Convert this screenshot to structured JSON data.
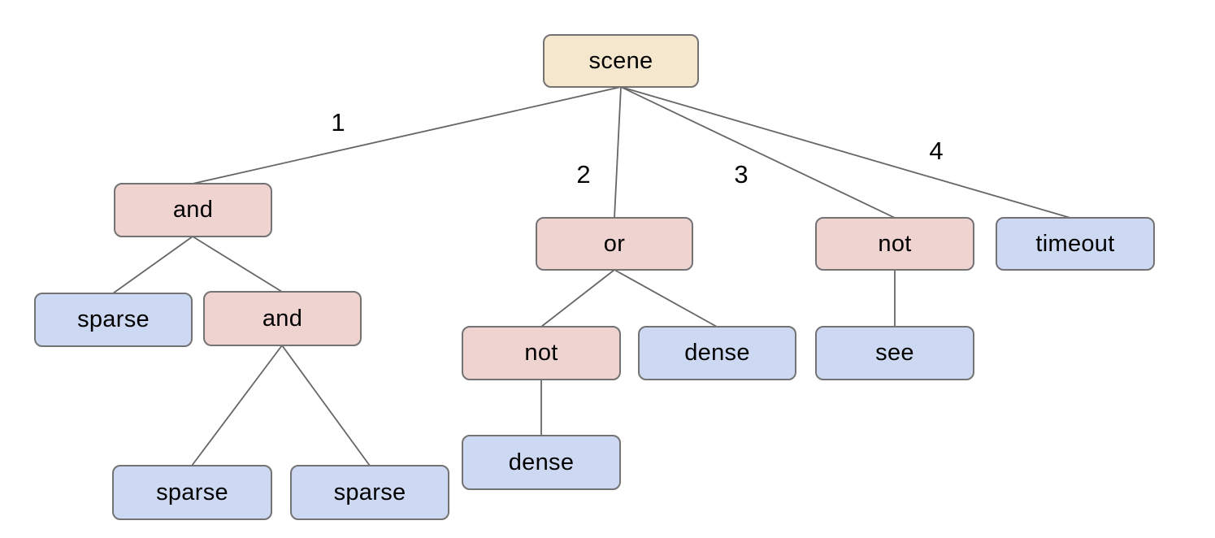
{
  "tree": {
    "root_label": "scene",
    "nodes": [
      {
        "id": "scene",
        "label": "scene",
        "kind": "root"
      },
      {
        "id": "and-1",
        "label": "and",
        "kind": "operator"
      },
      {
        "id": "or-1",
        "label": "or",
        "kind": "operator"
      },
      {
        "id": "not-1",
        "label": "not",
        "kind": "operator"
      },
      {
        "id": "timeout-1",
        "label": "timeout",
        "kind": "leaf"
      },
      {
        "id": "sparse-1",
        "label": "sparse",
        "kind": "leaf"
      },
      {
        "id": "and-2",
        "label": "and",
        "kind": "operator"
      },
      {
        "id": "not-2",
        "label": "not",
        "kind": "operator"
      },
      {
        "id": "dense-1",
        "label": "dense",
        "kind": "leaf"
      },
      {
        "id": "see-1",
        "label": "see",
        "kind": "leaf"
      },
      {
        "id": "dense-2",
        "label": "dense",
        "kind": "leaf"
      },
      {
        "id": "sparse-2",
        "label": "sparse",
        "kind": "leaf"
      },
      {
        "id": "sparse-3",
        "label": "sparse",
        "kind": "leaf"
      }
    ],
    "edges": [
      {
        "from": "scene",
        "to": "and-1",
        "label": "1"
      },
      {
        "from": "scene",
        "to": "or-1",
        "label": "2"
      },
      {
        "from": "scene",
        "to": "not-1",
        "label": "3"
      },
      {
        "from": "scene",
        "to": "timeout-1",
        "label": "4"
      },
      {
        "from": "and-1",
        "to": "sparse-1"
      },
      {
        "from": "and-1",
        "to": "and-2"
      },
      {
        "from": "and-2",
        "to": "sparse-2"
      },
      {
        "from": "and-2",
        "to": "sparse-3"
      },
      {
        "from": "or-1",
        "to": "not-2"
      },
      {
        "from": "or-1",
        "to": "dense-1"
      },
      {
        "from": "not-2",
        "to": "dense-2"
      },
      {
        "from": "not-1",
        "to": "see-1"
      }
    ],
    "colors": {
      "root_fill": "#f5e7cd",
      "operator_fill": "#eed3d1",
      "leaf_fill": "#cdd9f2",
      "node_border": "#737373",
      "edge_line": "#666666",
      "text": "#000000"
    }
  }
}
